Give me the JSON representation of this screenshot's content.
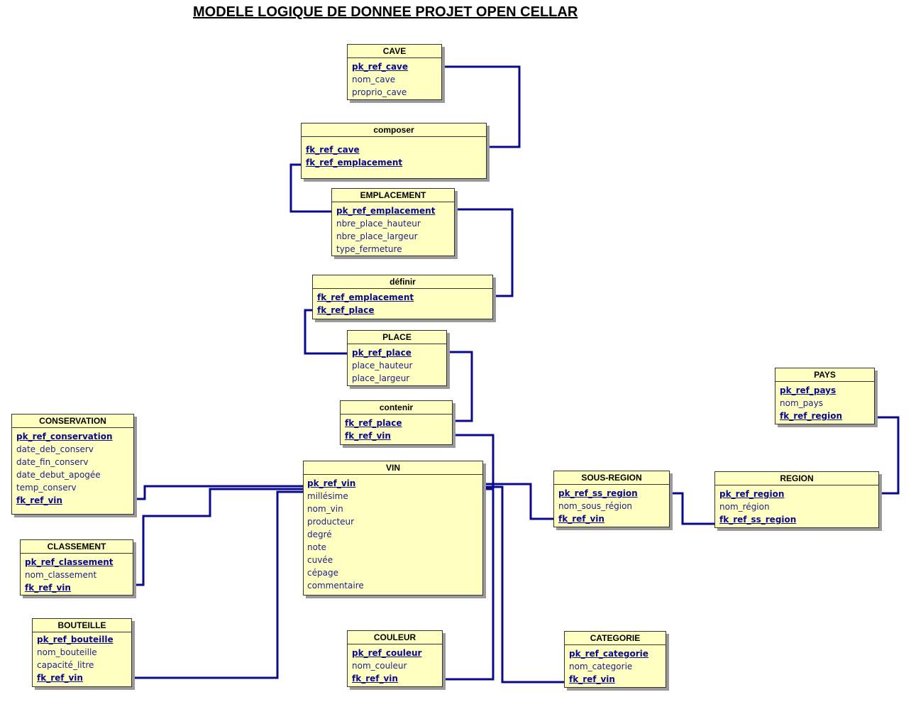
{
  "title": "MODELE LOGIQUE DE DONNEE PROJET OPEN CELLAR",
  "colors": {
    "entity_fill": "#ffffc2",
    "link": "#0a0a8c",
    "key_text": "#0a0a8c",
    "attr_text": "#20208a"
  },
  "entities": {
    "cave": {
      "name": "CAVE",
      "attrs": [
        "pk_ref_cave",
        "nom_cave",
        "proprio_cave"
      ]
    },
    "composer": {
      "name": "composer",
      "attrs": [
        "fk_ref_cave",
        "fk_ref_emplacement"
      ]
    },
    "emplacement": {
      "name": "EMPLACEMENT",
      "attrs": [
        "pk_ref_emplacement",
        "nbre_place_hauteur",
        "nbre_place_largeur",
        "type_fermeture"
      ]
    },
    "definir": {
      "name": "définir",
      "attrs": [
        "fk_ref_emplacement",
        "fk_ref_place"
      ]
    },
    "place": {
      "name": "PLACE",
      "attrs": [
        "pk_ref_place",
        "place_hauteur",
        "place_largeur"
      ]
    },
    "contenir": {
      "name": "contenir",
      "attrs": [
        "fk_ref_place",
        "fk_ref_vin"
      ]
    },
    "conservation": {
      "name": "CONSERVATION",
      "attrs": [
        "pk_ref_conservation",
        "date_deb_conserv",
        "date_fin_conserv",
        "date_debut_apogée",
        "temp_conserv",
        "fk_ref_vin"
      ]
    },
    "classement": {
      "name": "CLASSEMENT",
      "attrs": [
        "pk_ref_classement",
        "nom_classement",
        "fk_ref_vin"
      ]
    },
    "bouteille": {
      "name": "BOUTEILLE",
      "attrs": [
        "pk_ref_bouteille",
        "nom_bouteille",
        "capacité_litre",
        "fk_ref_vin"
      ]
    },
    "vin": {
      "name": "VIN",
      "attrs": [
        "pk_ref_vin",
        "millésime",
        "nom_vin",
        "producteur",
        "degré",
        "note",
        "cuvée",
        "cépage",
        "commentaire"
      ]
    },
    "couleur": {
      "name": "COULEUR",
      "attrs": [
        "pk_ref_couleur",
        "nom_couleur",
        "fk_ref_vin"
      ]
    },
    "categorie": {
      "name": "CATEGORIE",
      "attrs": [
        "pk_ref_categorie",
        "nom_categorie",
        "fk_ref_vin"
      ]
    },
    "sous_region": {
      "name": "SOUS-REGION",
      "attrs": [
        "pk_ref_ss_region",
        "nom_sous_région",
        "fk_ref_vin"
      ]
    },
    "region": {
      "name": "REGION",
      "attrs": [
        "pk_ref_region",
        "nom_région",
        "fk_ref_ss_region"
      ]
    },
    "pays": {
      "name": "PAYS",
      "attrs": [
        "pk_ref_pays",
        "nom_pays",
        "fk_ref_region"
      ]
    }
  }
}
